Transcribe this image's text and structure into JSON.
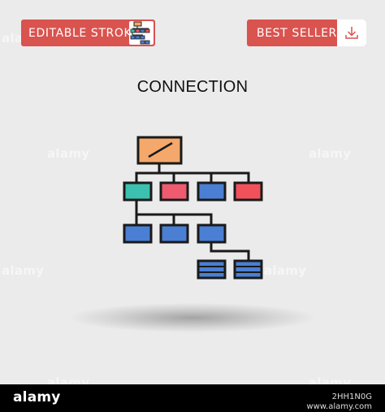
{
  "badges": {
    "editable_stroke": "EDITABLE STROKE",
    "best_seller": "BEST SELLER"
  },
  "title": "CONNECTION",
  "watermark": "alamy",
  "footer": {
    "brand": "alamy",
    "image_id": "2HH1N0G",
    "site": "www.alamy.com"
  },
  "colors": {
    "background": "#ebebeb",
    "badge": "#d9534f",
    "top_box": "#f4a86b",
    "teal": "#3cc1b0",
    "pink": "#ee5b6f",
    "blue": "#4a7fd4",
    "red": "#f0515a",
    "outline": "#1a1a1a"
  },
  "icons": {
    "badge_thumbnail": "connection-icon-thumbnail",
    "download": "download-icon",
    "main": "connection-hierarchy-icon"
  }
}
